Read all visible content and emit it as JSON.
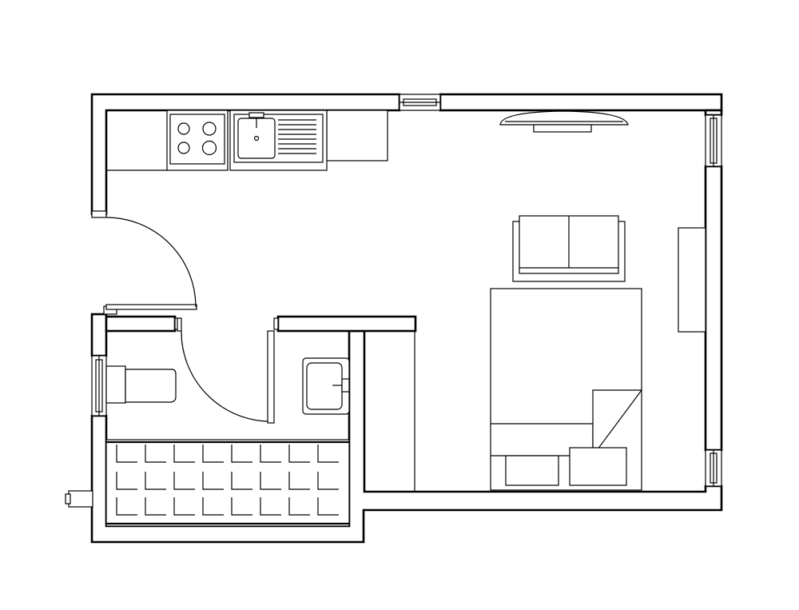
{
  "plan": {
    "style": "black line drawing on white",
    "colors": {
      "line": "#000000",
      "background": "#ffffff"
    },
    "rooms": [
      "kitchen",
      "living-bedroom",
      "bathroom",
      "shower",
      "closet"
    ],
    "fixtures": [
      "cooktop",
      "kitchen-sink",
      "countertop",
      "sofa",
      "double-bed",
      "pillows",
      "lamp",
      "tv-unit",
      "toilet",
      "wash-basin",
      "shower-tray"
    ],
    "openings": [
      "entrance-door",
      "bathroom-door",
      "window-top",
      "window-right-upper",
      "window-right-lower",
      "window-bathroom"
    ]
  }
}
